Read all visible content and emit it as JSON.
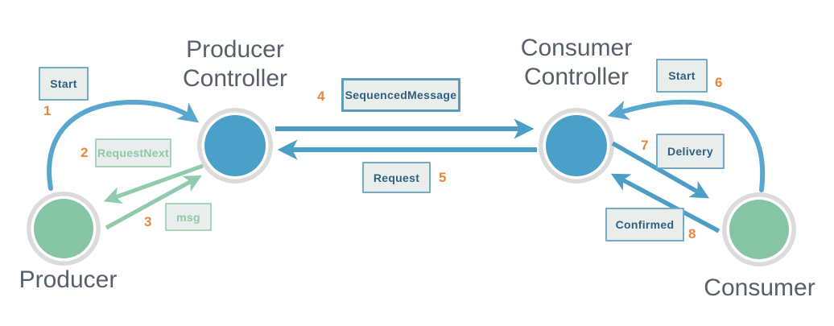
{
  "palette": {
    "blue_node": "#4BA0C9",
    "green_node": "#85C5A4",
    "ring_gray": "#DBDBDB",
    "blue_arrow": "#4D9EC6",
    "blue_curve": "#58A7CE",
    "green_arrow": "#8FCBAC",
    "box_fill": "#E9EEEC",
    "box_border_blue": "#76ABC5",
    "box_border_blue_dark": "#5E9ABC",
    "box_text_blue": "#2D6080",
    "box_border_green": "#A9D4BB",
    "box_text_green": "#8CC9A8",
    "step_orange": "#E8873B",
    "title_gray": "#575F6A"
  },
  "nodes": {
    "producer": {
      "label": "Producer"
    },
    "producer_controller": {
      "line1": "Producer",
      "line2": "Controller"
    },
    "consumer_controller": {
      "line1": "Consumer",
      "line2": "Controller"
    },
    "consumer": {
      "label": "Consumer"
    }
  },
  "messages": {
    "start_left": {
      "label": "Start",
      "step": "1"
    },
    "request_next": {
      "label": "RequestNext",
      "step": "2"
    },
    "msg": {
      "label": "msg",
      "step": "3"
    },
    "sequenced_message": {
      "label": "SequencedMessage",
      "step": "4"
    },
    "request": {
      "label": "Request",
      "step": "5"
    },
    "start_right": {
      "label": "Start",
      "step": "6"
    },
    "delivery": {
      "label": "Delivery",
      "step": "7"
    },
    "confirmed": {
      "label": "Confirmed",
      "step": "8"
    }
  }
}
